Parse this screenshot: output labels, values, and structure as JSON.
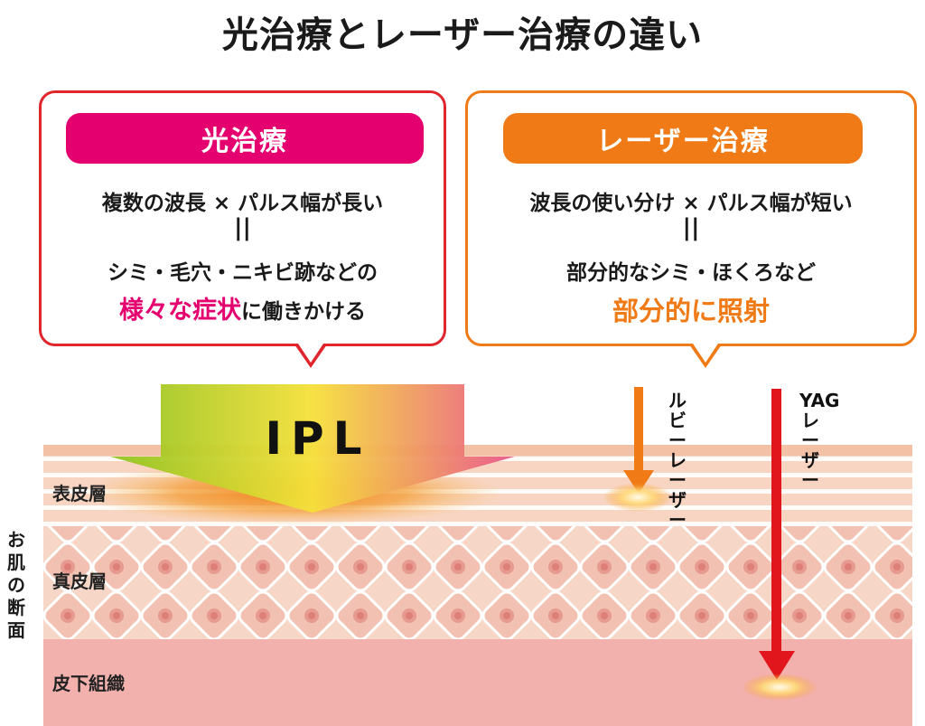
{
  "title": "光治療とレーザー治療の違い",
  "ipl_card": {
    "heading": "光治療",
    "line1": "複数の波長 × パルス幅が長い",
    "equals": "||",
    "line2": "シミ・毛穴・ニキビ跡などの",
    "line3_highlight": "様々な症状",
    "line3_rest": "に働きかける"
  },
  "laser_card": {
    "heading": "レーザー治療",
    "line1": "波長の使い分け × パルス幅が短い",
    "equals": "||",
    "line2": "部分的なシミ・ほくろなど",
    "line3_highlight": "部分的に照射"
  },
  "beams": {
    "ipl_label": "IPL",
    "ruby_label": "ルビーレーザー",
    "yag_label": "YAGレーザー"
  },
  "layers": {
    "epidermis": "表皮層",
    "dermis": "真皮層",
    "subcutis": "皮下組織",
    "side_label": "お肌の断面"
  },
  "colors": {
    "ipl_border": "#e0262c",
    "ipl_accent": "#e4006e",
    "laser_accent": "#ef7a16",
    "yag_arrow": "#e0161c"
  }
}
